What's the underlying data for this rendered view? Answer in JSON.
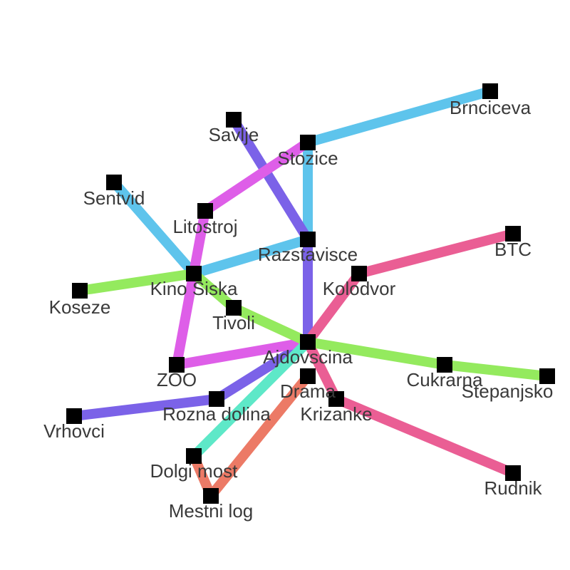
{
  "map": {
    "stations": {
      "brnciceva": {
        "name": "Brnciceva"
      },
      "savlje": {
        "name": "Savlje"
      },
      "stozice": {
        "name": "Stozice"
      },
      "sentvid": {
        "name": "Sentvid"
      },
      "litostroj": {
        "name": "Litostroj"
      },
      "razstavisce": {
        "name": "Razstavisce"
      },
      "btc": {
        "name": "BTC"
      },
      "kolodvor": {
        "name": "Kolodvor"
      },
      "kino_siska": {
        "name": "Kino Siska"
      },
      "koseze": {
        "name": "Koseze"
      },
      "tivoli": {
        "name": "Tivoli"
      },
      "ajdovscina": {
        "name": "Ajdovscina"
      },
      "zoo": {
        "name": "ZOO"
      },
      "cukrarna": {
        "name": "Cukrarna"
      },
      "stepanjsko": {
        "name": "Stepanjsko"
      },
      "drama": {
        "name": "Drama"
      },
      "krizanke": {
        "name": "Krizanke"
      },
      "rozna_dolina": {
        "name": "Rozna dolina"
      },
      "vrhovci": {
        "name": "Vrhovci"
      },
      "dolgi_most": {
        "name": "Dolgi most"
      },
      "mestni_log": {
        "name": "Mestni log"
      },
      "rudnik": {
        "name": "Rudnik"
      }
    },
    "lines": [
      {
        "id": "sky",
        "color": "#5ec4ec",
        "stops": [
          "brnciceva",
          "stozice",
          "razstavisce",
          "kino_siska",
          "sentvid"
        ]
      },
      {
        "id": "violet",
        "color": "#7b62e8",
        "stops": [
          "savlje",
          "razstavisce",
          "ajdovscina",
          "rozna_dolina",
          "vrhovci"
        ]
      },
      {
        "id": "magenta",
        "color": "#de5ee8",
        "stops": [
          "stozice",
          "litostroj",
          "zoo",
          "ajdovscina"
        ]
      },
      {
        "id": "pink",
        "color": "#ea5e94",
        "stops": [
          "btc",
          "kolodvor",
          "ajdovscina",
          "krizanke",
          "rudnik"
        ]
      },
      {
        "id": "lime",
        "color": "#94ea5e",
        "stops": [
          "koseze",
          "kino_siska",
          "tivoli",
          "ajdovscina",
          "cukrarna",
          "stepanjsko"
        ]
      },
      {
        "id": "gold",
        "color": "#e8d26e",
        "stops": [
          "tivoli",
          "ajdovscina",
          "krizanke"
        ]
      },
      {
        "id": "turquoise",
        "color": "#5ee8c8",
        "stops": [
          "ajdovscina",
          "dolgi_most"
        ]
      },
      {
        "id": "salmon",
        "color": "#ec7a66",
        "stops": [
          "drama",
          "mestni_log",
          "dolgi_most"
        ]
      }
    ]
  }
}
